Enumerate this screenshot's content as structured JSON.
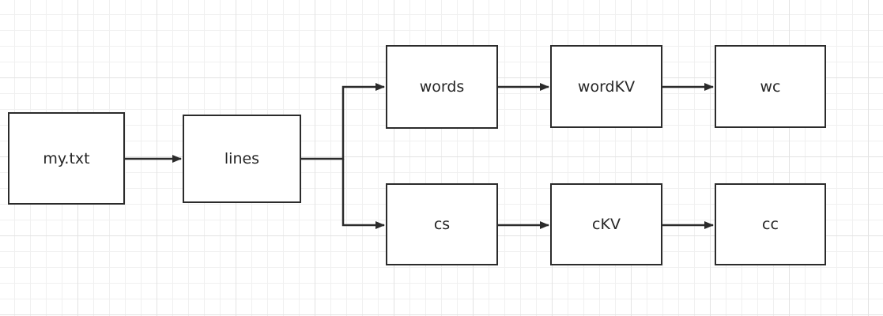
{
  "diagram": {
    "nodes": {
      "source": "my.txt",
      "lines": "lines",
      "words": "words",
      "word_kv": "wordKV",
      "wc": "wc",
      "cs": "cs",
      "c_kv": "cKV",
      "cc": "cc"
    },
    "edges": [
      {
        "from": "source",
        "to": "lines"
      },
      {
        "from": "lines",
        "to": "words"
      },
      {
        "from": "lines",
        "to": "cs"
      },
      {
        "from": "words",
        "to": "word_kv"
      },
      {
        "from": "word_kv",
        "to": "wc"
      },
      {
        "from": "cs",
        "to": "c_kv"
      },
      {
        "from": "c_kv",
        "to": "cc"
      }
    ],
    "colors": {
      "stroke": "#2b2b2b",
      "text": "#262626",
      "grid": "#e3e3e3"
    }
  }
}
